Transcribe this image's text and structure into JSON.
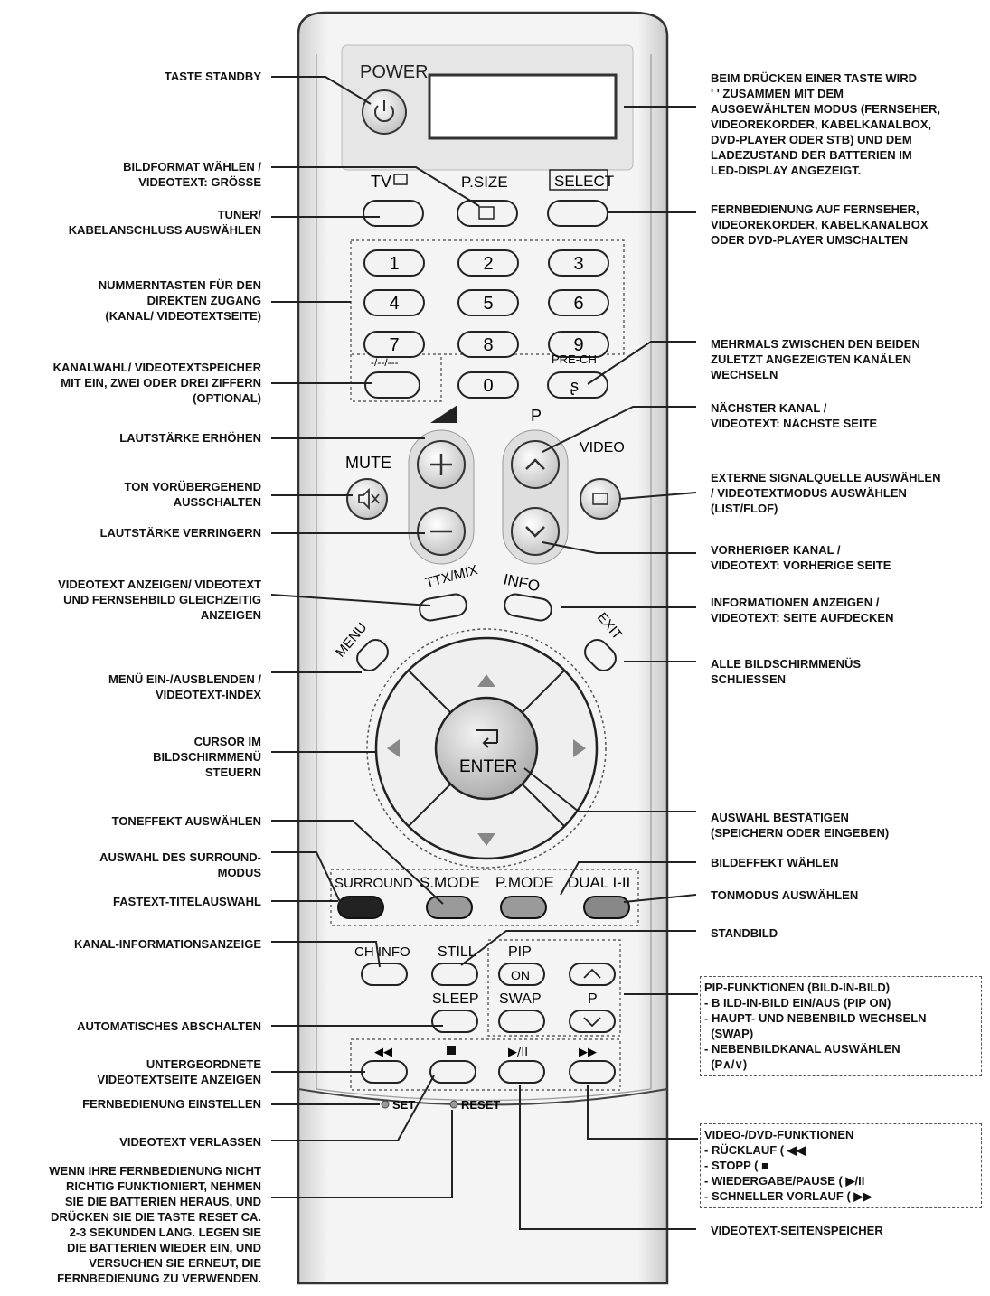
{
  "remote": {
    "power": "POWER",
    "tv": "TV",
    "psize": "P.SIZE",
    "select": "SELECT",
    "digits": [
      "1",
      "2",
      "3",
      "4",
      "5",
      "6",
      "7",
      "8",
      "9",
      "0"
    ],
    "dash": "-/--/---",
    "prech": "PRE-CH",
    "p": "P",
    "video": "VIDEO",
    "mute": "MUTE",
    "ttx": "TTX/MIX",
    "info": "INFO",
    "menu": "MENU",
    "exit": "EXIT",
    "enter": "ENTER",
    "surround": "SURROUND",
    "smode": "S.MODE",
    "pmode": "P.MODE",
    "dual": "DUAL I-II",
    "chinfo": "CH INFO",
    "still": "STILL",
    "pip": "PIP",
    "on": "ON",
    "sleep": "SLEEP",
    "swap": "SWAP",
    "p2": "P",
    "set": "SET",
    "reset": "RESET"
  },
  "labels_left": [
    "TASTE STANDBY",
    "BILDFORMAT WÄHLEN /\nVIDEOTEXT: GRÖSSE",
    "TUNER/\nKABELANSCHLUSS AUSWÄHLEN",
    "NUMMERNTASTEN FÜR DEN\nDIREKTEN ZUGANG\n(KANAL/ VIDEOTEXTSEITE)",
    "KANALWAHL/ VIDEOTEXTSPEICHER\nMIT EIN, ZWEI ODER DREI ZIFFERN\n(OPTIONAL)",
    "LAUTSTÄRKE ERHÖHEN",
    "TON VORÜBERGEHEND\nAUSSCHALTEN",
    "LAUTSTÄRKE VERRINGERN",
    "VIDEOTEXT ANZEIGEN/ VIDEOTEXT\nUND FERNSEHBILD GLEICHZEITIG\nANZEIGEN",
    "MENÜ EIN-/AUSBLENDEN /\nVIDEOTEXT-INDEX",
    "CURSOR IM\nBILDSCHIRMMENÜ\nSTEUERN",
    "TONEFFEKT AUSWÄHLEN",
    "AUSWAHL DES SURROUND-\nMODUS",
    "FASTEXT-TITELAUSWAHL",
    "KANAL-INFORMATIONSANZEIGE",
    "AUTOMATISCHES ABSCHALTEN",
    "UNTERGEORDNETE\nVIDEOTEXTSEITE ANZEIGEN",
    "FERNBEDIENUNG EINSTELLEN",
    "VIDEOTEXT VERLASSEN",
    "WENN IHRE FERNBEDIENUNG NICHT\nRICHTIG FUNKTIONIERT, NEHMEN\nSIE DIE BATTERIEN HERAUS, UND\nDRÜCKEN SIE DIE TASTE RESET CA.\n2-3 SEKUNDEN LANG. LEGEN SIE\nDIE BATTERIEN WIEDER EIN, UND\nVERSUCHEN SIE ERNEUT, DIE\nFERNBEDIENUNG ZU VERWENDEN."
  ],
  "labels_right": [
    "BEIM DRÜCKEN EINER TASTE WIRD\n'   ' ZUSAMMEN MIT DEM\nAUSGEWÄHLTEN MODUS (FERNSEHER,\nVIDEOREKORDER, KABELKANALBOX,\nDVD-PLAYER ODER STB) UND DEM\nLADEZUSTAND DER BATTERIEN IM\nLED-DISPLAY ANGEZEIGT.",
    "FERNBEDIENUNG AUF FERNSEHER,\nVIDEOREKORDER, KABELKANALBOX\nODER DVD-PLAYER UMSCHALTEN",
    "MEHRMALS ZWISCHEN DEN BEIDEN\nZULETZT ANGEZEIGTEN KANÄLEN\nWECHSELN",
    "NÄCHSTER KANAL /\nVIDEOTEXT: NÄCHSTE SEITE",
    "EXTERNE SIGNALQUELLE AUSWÄHLEN\n/ VIDEOTEXTMODUS AUSWÄHLEN\n(LIST/FLOF)",
    "VORHERIGER KANAL /\nVIDEOTEXT: VORHERIGE SEITE",
    "INFORMATIONEN ANZEIGEN /\nVIDEOTEXT: SEITE AUFDECKEN",
    "ALLE BILDSCHIRMMENÜS\nSCHLIESSEN",
    "AUSWAHL BESTÄTIGEN\n(SPEICHERN ODER EINGEBEN)",
    "BILDEFFEKT WÄHLEN",
    "TONMODUS AUSWÄHLEN",
    "STANDBILD",
    "VIDEOTEXT-SEITENSPEICHER"
  ],
  "pip_box": [
    "PIP-FUNKTIONEN (BILD-IN-BILD)",
    "- B ILD-IN-BILD EIN/AUS (PIP ON)",
    "- HAUPT- UND NEBENBILD WECHSELN",
    "  (SWAP)",
    "- NEBENBILDKANAL AUSWÄHLEN",
    "  (P∧/∨)"
  ],
  "video_box": [
    "VIDEO-/DVD-FUNKTIONEN",
    "- RÜCKLAUF ( ◀◀",
    "- STOPP ( ■",
    "- WIEDERGABE/PAUSE ( ▶/II",
    "- SCHNELLER VORLAUF ( ▶▶"
  ]
}
